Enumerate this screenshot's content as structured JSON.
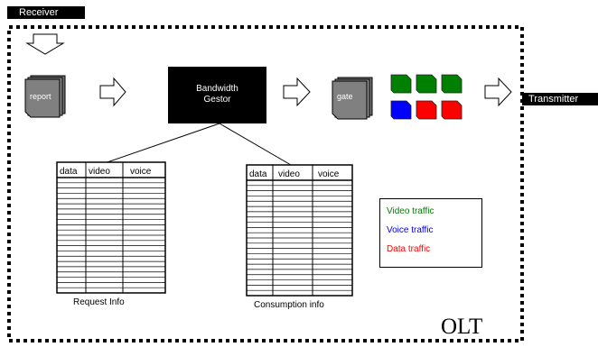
{
  "labels": {
    "receiver": "Receiver",
    "transmitter": "Transmitter",
    "report": "report",
    "gate": "gate",
    "gestor_line1": "Bandwidth",
    "gestor_line2": "Gestor",
    "olt": "OLT"
  },
  "tables": {
    "request": {
      "columns": [
        "data",
        "video",
        "voice"
      ],
      "caption": "Request Info",
      "rows": 22
    },
    "consumption": {
      "columns": [
        "data",
        "video",
        "voice"
      ],
      "caption": "Consumption  info",
      "rows": 22
    }
  },
  "legend": {
    "video": "Video traffic",
    "voice": "Voice traffic",
    "data": "Data traffic"
  },
  "colors": {
    "video": "#008000",
    "voice": "#0000ff",
    "data": "#ff0000",
    "doc": "#808080"
  },
  "packets": [
    {
      "type": "video",
      "color": "#008000"
    },
    {
      "type": "video",
      "color": "#008000"
    },
    {
      "type": "video",
      "color": "#008000"
    },
    {
      "type": "voice",
      "color": "#0000ff"
    },
    {
      "type": "data",
      "color": "#ff0000"
    },
    {
      "type": "data",
      "color": "#ff0000"
    }
  ]
}
